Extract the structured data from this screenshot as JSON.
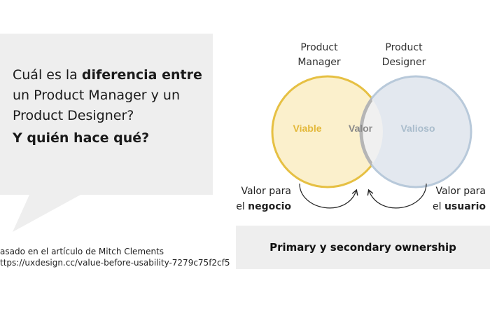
{
  "question": {
    "line1_pre": "Cuál es la ",
    "line1_bold": "diferencia entre",
    "line2": "un Product Manager y un",
    "line3": "Product Designer?",
    "subquestion": "Y quién hace qué?"
  },
  "source": {
    "line1": "asado en el artículo de Mitch Clements",
    "line2": "ttps://uxdesign.cc/value-before-usability-7279c75f2cf5"
  },
  "venn": {
    "left_role_line1": "Product",
    "left_role_line2": "Manager",
    "right_role_line1": "Product",
    "right_role_line2": "Designer",
    "left_label": "Viable",
    "center_label": "Valor",
    "right_label": "Valioso",
    "left_color": "#e6c043",
    "right_color": "#b8c9da",
    "center_color": "#b5b5b5"
  },
  "left_side": {
    "line1": "Valor para",
    "line2_pre": "el ",
    "line2_bold": "negocio"
  },
  "right_side": {
    "line1": "Valor para",
    "line2_pre": "el ",
    "line2_bold": "usuario"
  },
  "banner": {
    "text": "Primary y secondary ownership"
  }
}
